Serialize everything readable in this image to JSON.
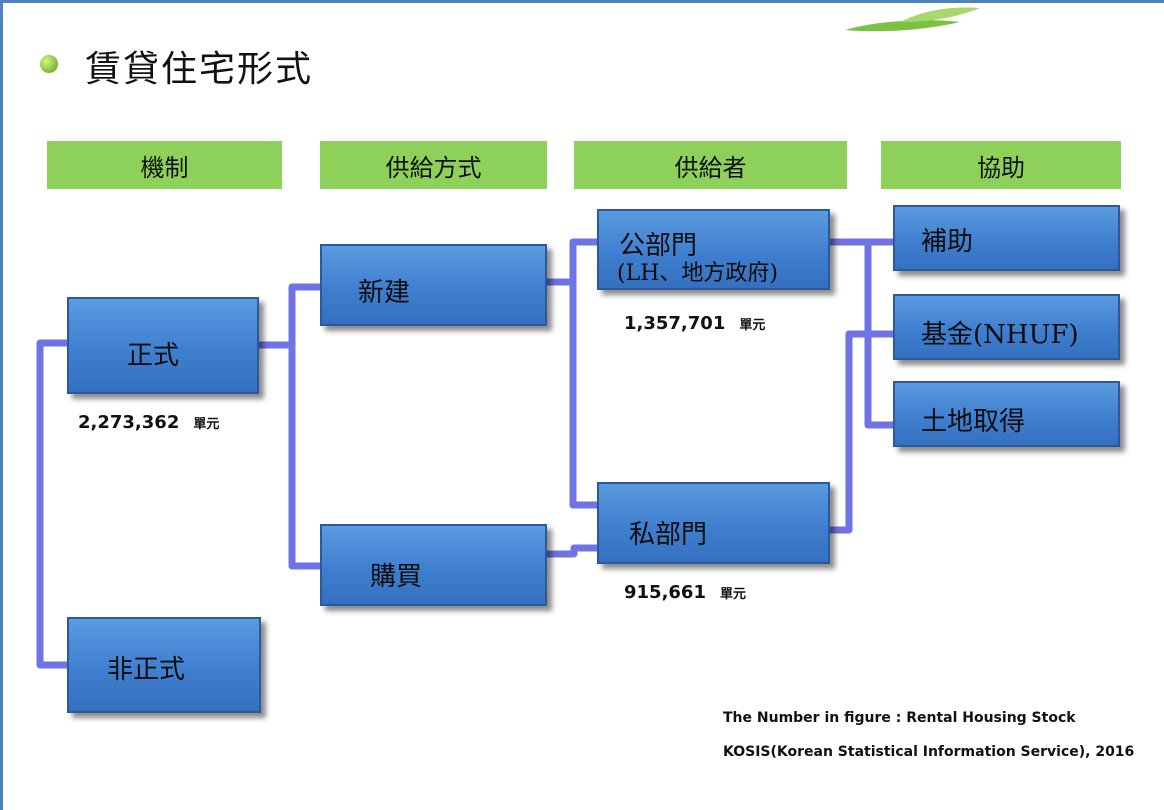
{
  "title": "賃貸住宅形式",
  "headers": {
    "mechanism": "機制",
    "supply_method": "供給方式",
    "supplier": "供給者",
    "support": "協助"
  },
  "nodes": {
    "formal": "正式",
    "informal": "非正式",
    "new_build": "新建",
    "purchase": "購買",
    "public_sector": "公部門",
    "public_sector_sub": "(LH、地方政府)",
    "private_sector": "私部門",
    "subsidy": "補助",
    "fund": "基金(NHUF)",
    "land_acquisition": "土地取得"
  },
  "figures": {
    "formal_count": "2,273,362",
    "formal_unit": "單元",
    "public_count": "1,357,701",
    "public_unit": "單元",
    "private_count": "915,661",
    "private_unit": "單元"
  },
  "notes": {
    "line1": "The Number in figure : Rental Housing Stock",
    "line2": "KOSIS(Korean Statistical Information Service), 2016"
  },
  "colors": {
    "header_bg": "#8ed15a",
    "node_fill": "#4a8ad8",
    "connector": "#6f73e6",
    "frame": "#4f81bd"
  }
}
